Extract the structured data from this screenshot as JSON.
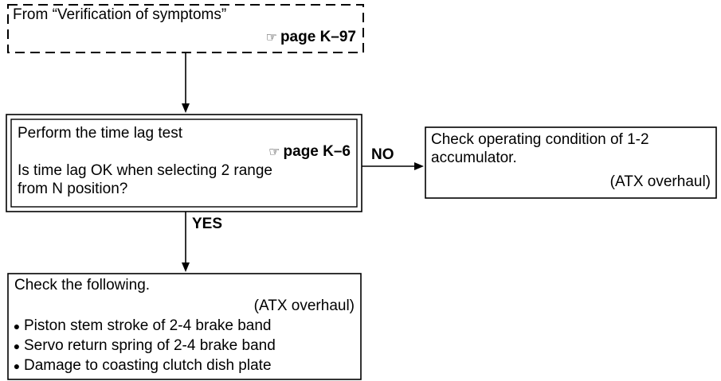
{
  "start_box": {
    "text": "From “Verification of symptoms”",
    "ref_icon": "☞",
    "ref": "page K–97"
  },
  "decision_box": {
    "line1": "Perform the time lag test",
    "ref_icon": "☞",
    "ref": "page K–6",
    "line2": "Is time lag OK when selecting 2 range",
    "line3": "from N position?"
  },
  "no_label": "NO",
  "yes_label": "YES",
  "no_box": {
    "line1": "Check operating condition of 1-2",
    "line2": "accumulator.",
    "note": "(ATX overhaul)"
  },
  "yes_box": {
    "title": "Check the following.",
    "note": "(ATX overhaul)",
    "items": [
      "Piston stem stroke of 2-4 brake band",
      "Servo return spring of 2-4 brake band",
      "Damage to coasting clutch dish plate"
    ]
  }
}
